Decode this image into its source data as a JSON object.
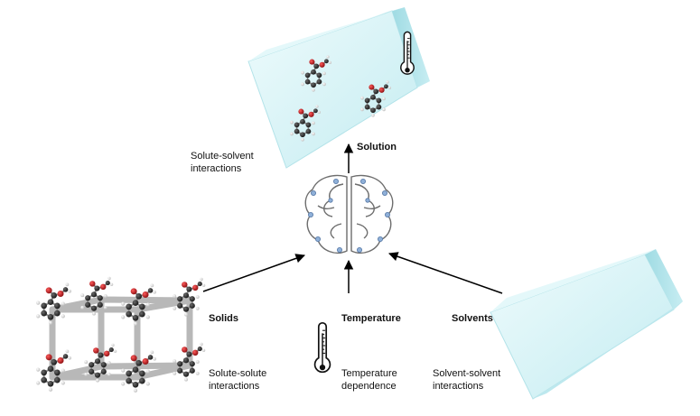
{
  "labels": {
    "solution": "Solution",
    "solute_solvent": [
      "Solute-solvent",
      "interactions"
    ],
    "solids": "Solids",
    "solute_solute": [
      "Solute-solute",
      "interactions"
    ],
    "temperature": "Temperature",
    "temperature_dependence": [
      "Temperature",
      "dependence"
    ],
    "solvents": "Solvents",
    "solvent_solvent": [
      "Solvent-solvent",
      "interactions"
    ]
  },
  "colors": {
    "block_light": "#e9f9fb",
    "block_mid": "#cdf0f4",
    "block_dark": "#a9dfe6",
    "atom_carbon": "#2b2b2b",
    "atom_oxygen": "#c0161b",
    "atom_hydrogen": "#e6e6e6",
    "lattice": "#b5b5b5",
    "brain_node": "#8fb0d8",
    "arrow": "#000000"
  },
  "icons": [
    "thermometer-icon",
    "brain-network-icon",
    "molecule-icon",
    "crystal-lattice-icon",
    "solvent-block-icon"
  ]
}
